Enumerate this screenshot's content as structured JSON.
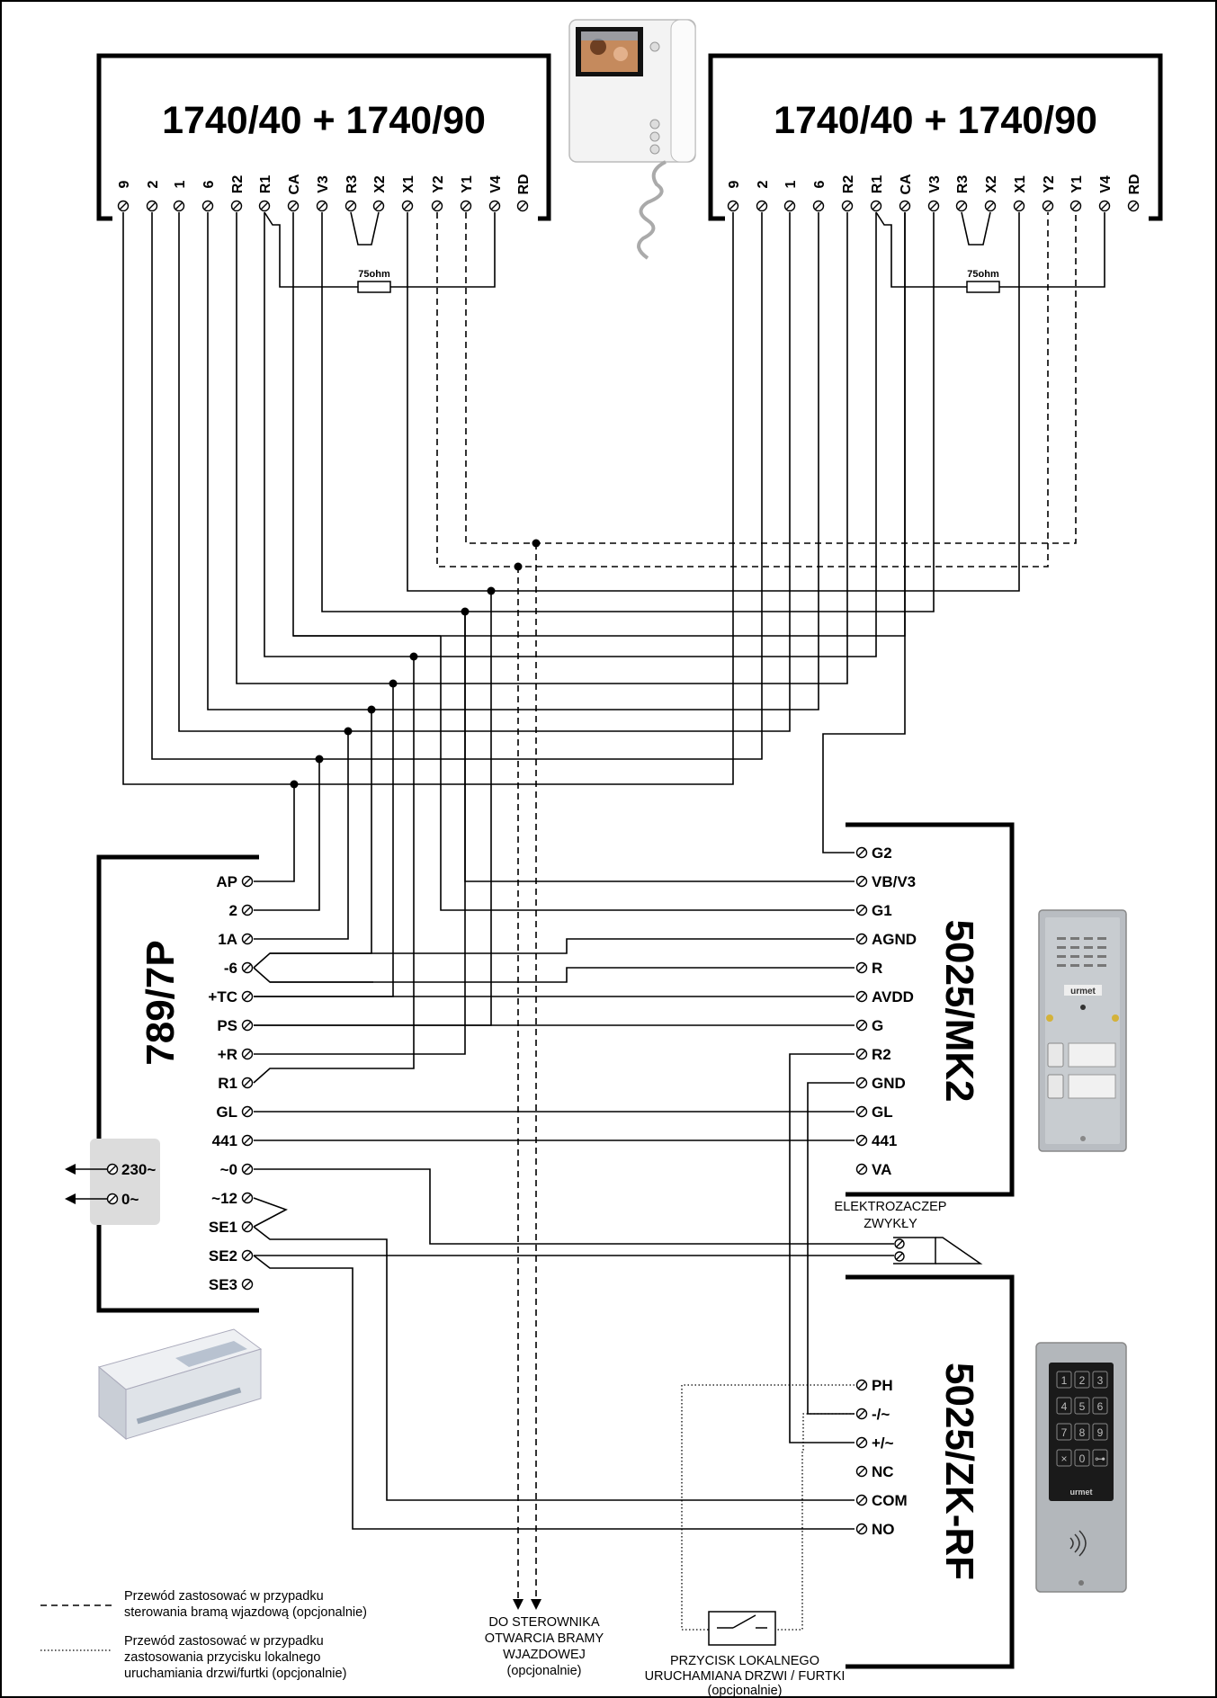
{
  "monitors": [
    {
      "title": "1740/40 + 1740/90",
      "pins": [
        "9",
        "2",
        "1",
        "6",
        "R2",
        "R1",
        "CA",
        "V3",
        "R3",
        "X2",
        "X1",
        "Y2",
        "Y1",
        "V4",
        "RD"
      ],
      "resistor": "75ohm"
    },
    {
      "title": "1740/40 + 1740/90",
      "pins": [
        "9",
        "2",
        "1",
        "6",
        "R2",
        "R1",
        "CA",
        "V3",
        "R3",
        "X2",
        "X1",
        "Y2",
        "Y1",
        "V4",
        "RD"
      ],
      "resistor": "75ohm"
    }
  ],
  "power_supply": {
    "title": "789/7P",
    "pins": [
      "AP",
      "2",
      "1A",
      "-6",
      "+TC",
      "PS",
      "+R",
      "R1",
      "GL",
      "441",
      "~0",
      "~12",
      "SE1",
      "SE2",
      "SE3"
    ],
    "mains": [
      "230~",
      "0~"
    ]
  },
  "panel_mk2": {
    "title": "5025/MK2",
    "pins": [
      "G2",
      "VB/V3",
      "G1",
      "AGND",
      "R",
      "AVDD",
      "G",
      "R2",
      "GND",
      "GL",
      "441",
      "VA"
    ]
  },
  "panel_zk": {
    "title": "5025/ZK-RF",
    "pins": [
      "PH",
      "-/~",
      "+/~",
      "NC",
      "COM",
      "NO"
    ],
    "keypad": [
      "1",
      "2",
      "3",
      "4",
      "5",
      "6",
      "7",
      "8",
      "9",
      "×",
      "0",
      "⊶"
    ]
  },
  "lock_label": [
    "ELEKTROZACZEP",
    "ZWYKŁY"
  ],
  "gate_label": [
    "DO STEROWNIKA",
    "OTWARCIA BRAMY",
    "WJAZDOWEJ",
    "(opcjonalnie)"
  ],
  "button_label": [
    "PRZYCISK LOKALNEGO",
    "URUCHAMIANA DRZWI / FURTKI",
    "(opcjonalnie)"
  ],
  "legend": {
    "dashed": [
      "Przewód zastosować w przypadku",
      "sterowania bramą wjazdową (opcjonalnie)"
    ],
    "dotted": [
      "Przewód zastosować w przypadku",
      "zastosowania przycisku lokalnego",
      "uruchamiania drzwi/furtki (opcjonalnie)"
    ]
  },
  "brand": "urmet"
}
